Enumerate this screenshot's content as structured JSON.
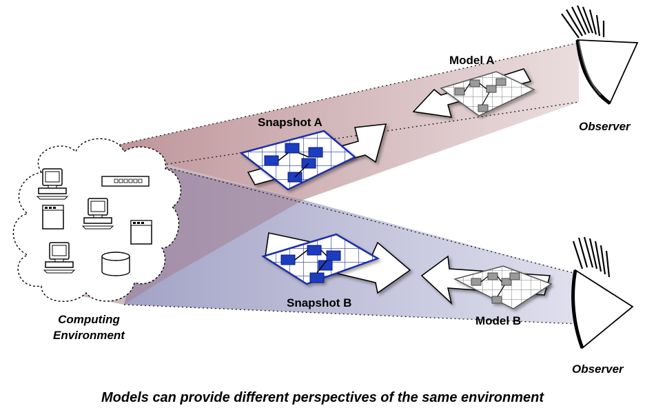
{
  "labels": {
    "model_a": "Model A",
    "snapshot_a": "Snapshot A",
    "snapshot_b": "Snapshot B",
    "model_b": "Model B",
    "observer_top": "Observer",
    "observer_bottom": "Observer",
    "environment_line1": "Computing",
    "environment_line2": "Environment"
  },
  "caption": "Models can provide different perspectives of the same environment",
  "colors": {
    "beam_top": "#c4a0a4",
    "beam_bottom": "#a7a7c8",
    "snapshot_blue": "#1a2fa8",
    "model_gray": "#8a8a8a"
  }
}
